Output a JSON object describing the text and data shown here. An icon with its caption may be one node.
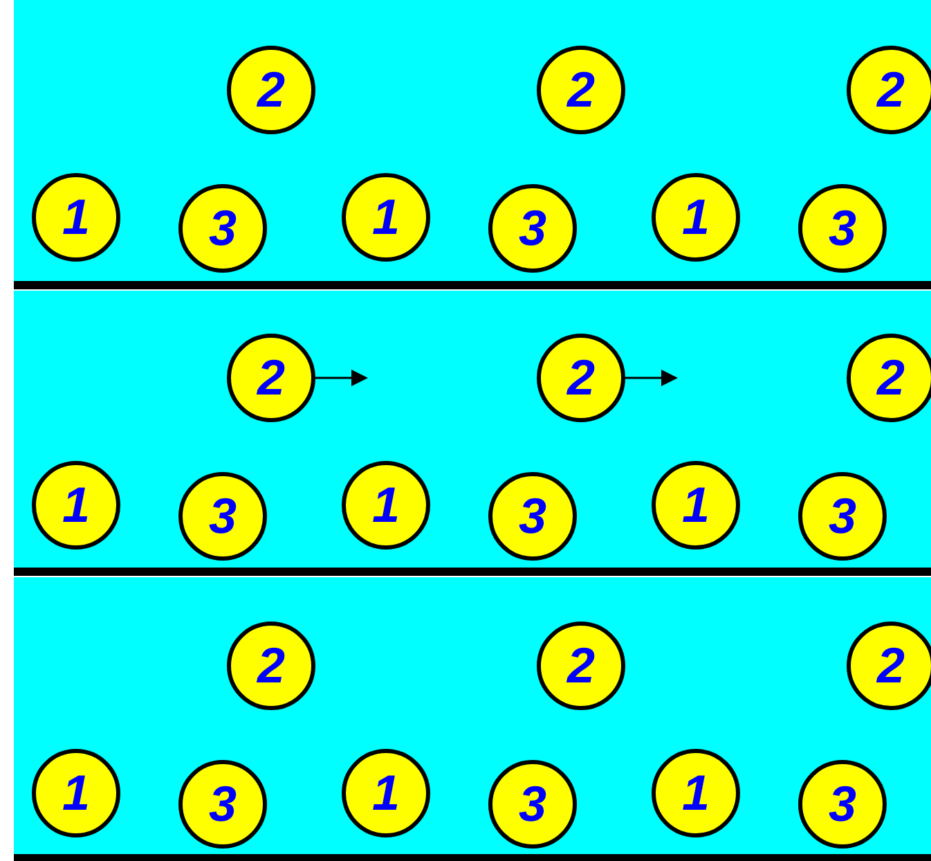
{
  "diagram": {
    "nodes": [
      {
        "text": [
          "2"
        ]
      },
      {
        "text": [
          "2"
        ]
      },
      {
        "text": [
          "2"
        ]
      },
      {
        "text": [
          "1"
        ]
      },
      {
        "text": [
          "3"
        ]
      },
      {
        "text": [
          "1"
        ]
      },
      {
        "text": [
          "3"
        ]
      },
      {
        "text": [
          "1"
        ]
      },
      {
        "text": [
          "3"
        ]
      },
      {
        "text": [
          "2"
        ]
      },
      {
        "text": [
          "2"
        ]
      },
      {
        "text": [
          "2"
        ]
      },
      {
        "text": [
          "1"
        ]
      },
      {
        "text": [
          "3"
        ]
      },
      {
        "text": [
          "1"
        ]
      },
      {
        "text": [
          "3"
        ]
      },
      {
        "text": [
          "1"
        ]
      },
      {
        "text": [
          "3"
        ]
      },
      {
        "text": [
          "2"
        ]
      },
      {
        "text": [
          "2"
        ]
      },
      {
        "text": [
          "2"
        ]
      },
      {
        "text": [
          "1"
        ]
      },
      {
        "text": [
          "3"
        ]
      },
      {
        "text": [
          "1"
        ]
      },
      {
        "text": [
          "3"
        ]
      },
      {
        "text": [
          "1"
        ]
      },
      {
        "text": [
          "3"
        ]
      }
    ],
    "edges": []
  }
}
